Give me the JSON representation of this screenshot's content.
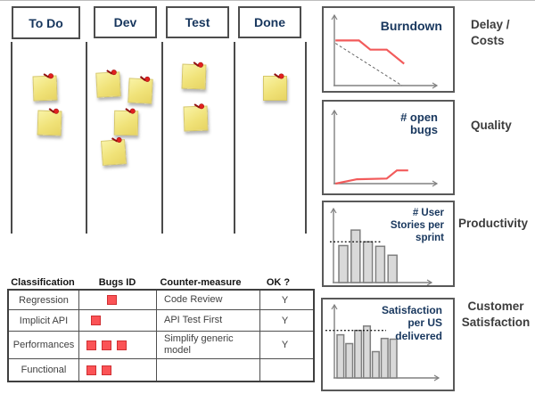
{
  "board": {
    "columns": [
      {
        "label": "To Do",
        "note_count": 2
      },
      {
        "label": "Dev",
        "note_count": 4
      },
      {
        "label": "Test",
        "note_count": 2
      },
      {
        "label": "Done",
        "note_count": 1
      }
    ]
  },
  "bug_table": {
    "headers": [
      "Classification",
      "Bugs ID",
      "Counter-measure",
      "OK ?"
    ],
    "rows": [
      {
        "classification": "Regression",
        "bugs": 1,
        "counter_measure": "Code Review",
        "ok": "Y"
      },
      {
        "classification": "Implicit API",
        "bugs": 1,
        "counter_measure": "API Test First",
        "ok": "Y"
      },
      {
        "classification": "Performances",
        "bugs": 3,
        "counter_measure": "Simplify generic model",
        "ok": "Y"
      },
      {
        "classification": "Functional",
        "bugs": 2,
        "counter_measure": "",
        "ok": ""
      }
    ]
  },
  "chart_data": [
    {
      "type": "line",
      "title": "Burndown",
      "panel_label": "Delay / Costs",
      "axes": {
        "x_ticks": [],
        "y_ticks": [],
        "style": "sketch arrows, no numeric scale"
      },
      "series": [
        {
          "name": "actual-burndown",
          "color": "#f25b5b",
          "style": "solid",
          "points_norm": [
            [
              0.01,
              0.64
            ],
            [
              0.24,
              0.64
            ],
            [
              0.35,
              0.51
            ],
            [
              0.51,
              0.51
            ],
            [
              0.68,
              0.31
            ]
          ]
        },
        {
          "name": "ideal-burndown",
          "color": "#666666",
          "style": "dashed",
          "points_norm": [
            [
              0.01,
              0.6
            ],
            [
              0.66,
              0.0
            ]
          ]
        }
      ]
    },
    {
      "type": "line",
      "title": "# open bugs",
      "panel_label": "Quality",
      "axes": {
        "x_ticks": [],
        "y_ticks": [],
        "style": "sketch arrows, no numeric scale"
      },
      "series": [
        {
          "name": "open-bugs",
          "color": "#f25b5b",
          "style": "solid",
          "points_norm": [
            [
              0.01,
              0.0
            ],
            [
              0.22,
              0.06
            ],
            [
              0.51,
              0.07
            ],
            [
              0.61,
              0.18
            ],
            [
              0.72,
              0.18
            ]
          ]
        }
      ]
    },
    {
      "type": "bar",
      "title": "# User Stories per sprint",
      "panel_label": "Productivity",
      "axes": {
        "x_ticks": [],
        "y_ticks": [],
        "style": "sketch arrows, no numeric scale"
      },
      "values_norm": [
        0.5,
        0.71,
        0.55,
        0.49,
        0.37
      ],
      "target_line_norm": 0.55,
      "bar_color": "#d9d9d9"
    },
    {
      "type": "bar",
      "title": "Satisfaction per US delivered",
      "panel_label": "Customer Satisfaction",
      "axes": {
        "x_ticks": [],
        "y_ticks": [],
        "style": "sketch arrows, no numeric scale"
      },
      "values_norm": [
        0.59,
        0.47,
        0.65,
        0.71,
        0.36,
        0.54,
        0.53
      ],
      "target_line_norm": 0.65,
      "bar_color": "#d9d9d9"
    }
  ],
  "colors": {
    "note_yellow": "#f0e278",
    "pin_red": "#e02020",
    "bug_red": "#fb5356",
    "chart_line_red": "#f25b5b",
    "ideal_dash_gray": "#666666",
    "navy": "#17365d",
    "bar_fill": "#d9d9d9",
    "bar_stroke": "#7f7f7f",
    "axis_gray": "#808080",
    "box_border": "#595959"
  }
}
